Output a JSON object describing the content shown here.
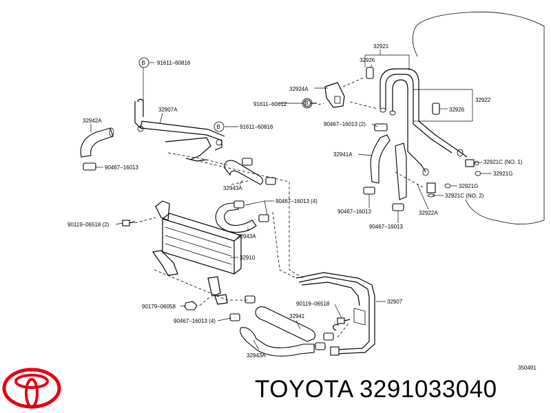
{
  "diagram": {
    "part_labels": {
      "p32921": "32921",
      "p32926_top": "32926",
      "p32922": "32922",
      "p32926_right": "32926",
      "p32924A": "32924A",
      "p91611_60612": "91611–60612",
      "b_91611_60816_top": "91611–60816",
      "b_91611_60816_mid": "91611–60816",
      "p32907A": "32907A",
      "p32942A": "32942A",
      "p90467_16013_left": "90467–16013",
      "p90467_16013_2": "90467–16013 (2)",
      "p32941A": "32941A",
      "p32921C_1": "32921C (NO. 1)",
      "p32921G_a": "32921G",
      "p32921G_b": "32921G",
      "p32921C_2": "32921C (NO. 2)",
      "p90467_16013_c1": "90467–16013",
      "p32922A": "32922A",
      "p90467_16013_c2": "90467–16013",
      "p32943A_top": "32943A",
      "p90467_16013_4_top": "90467–16013 (4)",
      "p90119_06518_2": "90119–06518 (2)",
      "p32943A_mid": "32943A",
      "p32910": "32910",
      "p90119_06518": "90119–06518",
      "p32907": "32907",
      "p90179_06058": "90179–06058",
      "p32941": "32941",
      "p90467_16013_4_bot": "90467–16013 (4)",
      "p32943A_bot": "32943A",
      "ref_number": "350491"
    },
    "b_marker": "B"
  },
  "brand": {
    "logo_text": "TOYOTA",
    "caption": "TOYOTA 3291033040"
  },
  "colors": {
    "ink": "#000000",
    "background": "#ffffff"
  }
}
